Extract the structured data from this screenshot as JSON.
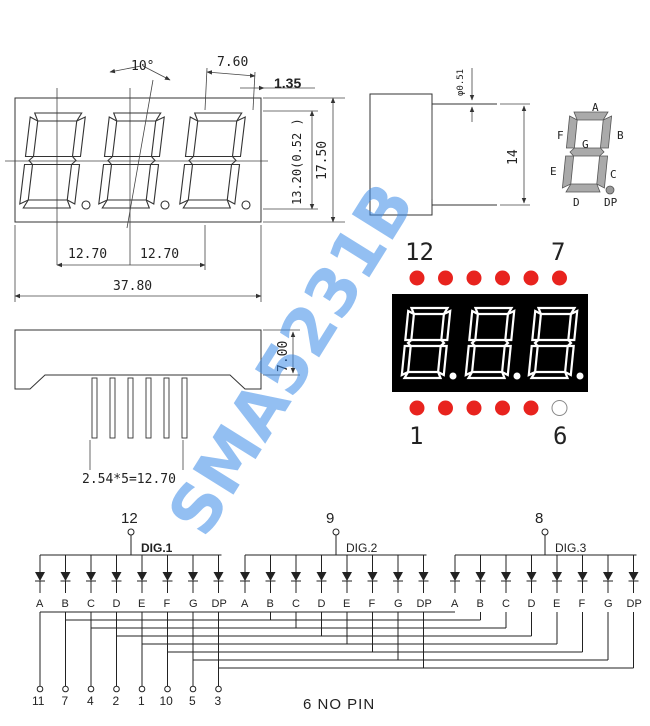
{
  "dimensions": {
    "angle": "10°",
    "digit_width": "7.60",
    "segment_offset": "1.35",
    "digit_height": "13.20(0.52 )",
    "height": "17.50",
    "pitch1": "12.70",
    "pitch2": "12.70",
    "length": "37.80",
    "pin_dia": "φ0.51",
    "side_depth": "14",
    "body_height": "7.00",
    "pin_pitch": "2.54*5=12.70"
  },
  "segment_legend": {
    "labels": [
      "A",
      "B",
      "C",
      "D",
      "E",
      "F",
      "G",
      "DP"
    ]
  },
  "pinout": {
    "top_left": "12",
    "top_right": "7",
    "bottom_left": "1",
    "bottom_right": "6",
    "led_color": "#e8231e",
    "display_bg": "#000000",
    "segment_color": "#ffffff"
  },
  "watermark": "SMA5231B",
  "schematic": {
    "digits": [
      {
        "label": "DIG.1",
        "pin": "12"
      },
      {
        "label": "DIG.2",
        "pin": "9"
      },
      {
        "label": "DIG.3",
        "pin": "8"
      }
    ],
    "segments": [
      "A",
      "B",
      "C",
      "D",
      "E",
      "F",
      "G",
      "DP"
    ],
    "bottom_pins": [
      "11",
      "7",
      "4",
      "2",
      "1",
      "10",
      "5",
      "3"
    ],
    "note": "6 NO PIN"
  }
}
